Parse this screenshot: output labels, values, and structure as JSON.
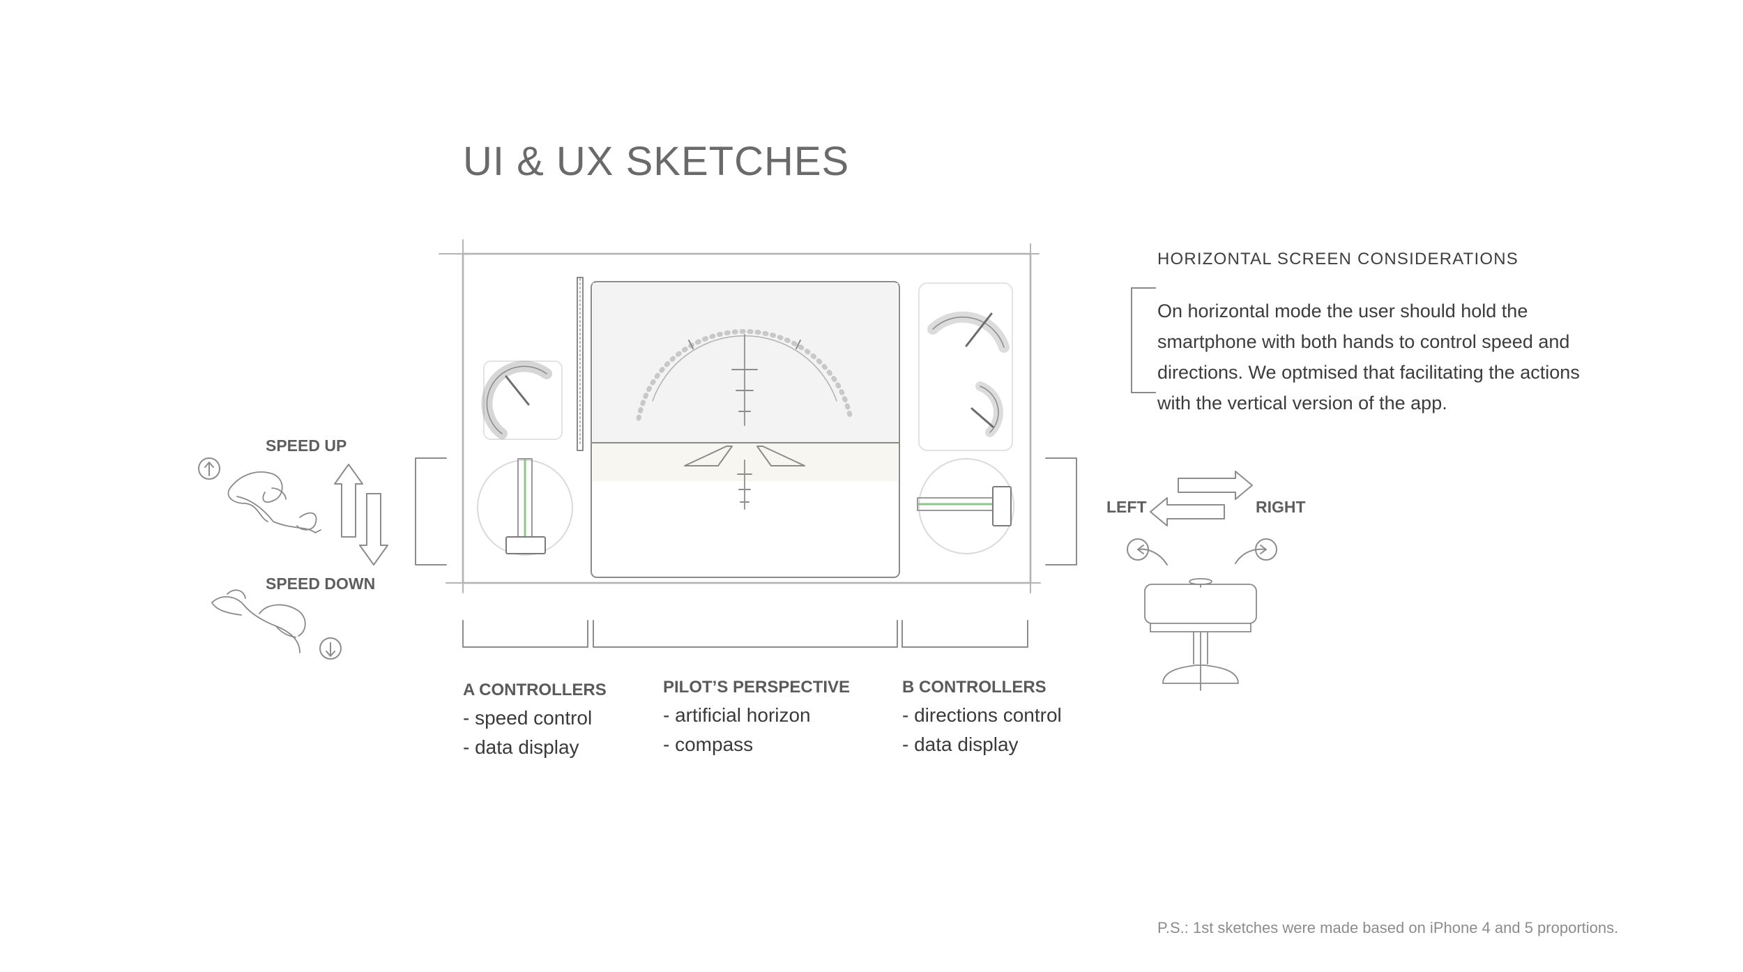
{
  "title": "UI & UX SKETCHES",
  "speed": {
    "up_label": "SPEED UP",
    "down_label": "SPEED DOWN"
  },
  "direction": {
    "left_label": "LEFT",
    "right_label": "RIGHT"
  },
  "captions": {
    "a": {
      "heading": "A CONTROLLERS",
      "lines": [
        "- speed control",
        "- data display"
      ]
    },
    "pilot": {
      "heading": "PILOT’S PERSPECTIVE",
      "lines": [
        "- artificial horizon",
        "- compass"
      ]
    },
    "b": {
      "heading": "B CONTROLLERS",
      "lines": [
        "- directions control",
        "- data display"
      ]
    }
  },
  "considerations": {
    "title": "HORIZONTAL SCREEN CONSIDERATIONS",
    "body": "On horizontal mode the user should hold the smartphone with both hands to control speed and directions. We optmised that facilitating the actions with the vertical version of the app."
  },
  "footnote": "P.S.: 1st sketches were made based on iPhone 4 and 5 proportions.",
  "colors": {
    "sketch_line": "#8c8c8c",
    "slider_green": "#8fc48a",
    "text_dark": "#3c3c3c"
  },
  "icons": [
    "arrow-up-icon",
    "arrow-down-icon",
    "arrow-left-icon",
    "arrow-right-icon",
    "plane-icon",
    "hand-icon",
    "gauge-icon",
    "horizon-icon"
  ]
}
